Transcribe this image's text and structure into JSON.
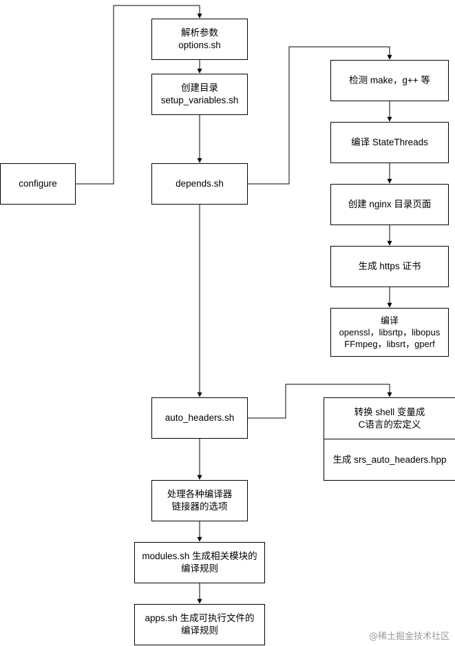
{
  "nodes": {
    "configure": "configure",
    "options": [
      "解析参数",
      "options.sh"
    ],
    "setup_variables": [
      "创建目录",
      "setup_variables.sh"
    ],
    "depends": "depends.sh",
    "check_make": "检测 make，g++ 等",
    "compile_st": "编译 StateThreads",
    "nginx_dir": "创建 nginx 目录页面",
    "https_cert": "生成 https 证书",
    "compile_libs": [
      "编译",
      "openssl，libsrtp，libopus",
      "FFmpeg，libsrt，gperf"
    ],
    "auto_headers": "auto_headers.sh",
    "convert_shell": [
      "转换 shell 变量成",
      "C语言的宏定义"
    ],
    "gen_header": "生成 srs_auto_headers.hpp",
    "compiler_options": [
      "处理各种编译器",
      "链接器的选项"
    ],
    "modules": [
      "modules.sh 生成相关模块的",
      "编译规则"
    ],
    "apps": [
      "apps.sh 生成可执行文件的",
      "编译规则"
    ]
  },
  "watermark": "@稀土掘金技术社区",
  "colors": {
    "stroke": "#000000",
    "background": "#ffffff",
    "watermark": "#9a9a9a"
  }
}
